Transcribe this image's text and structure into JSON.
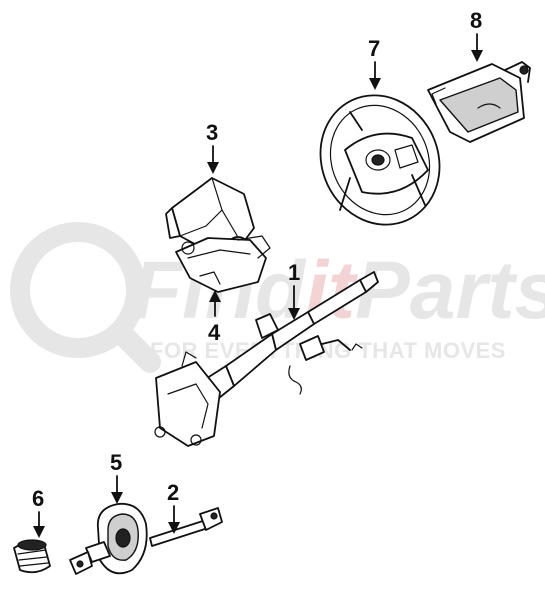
{
  "watermark": {
    "brand_part1": "Find",
    "brand_part2": "it",
    "brand_part3": "Parts",
    "tagline": "FOR EVERYTHING THAT MOVES"
  },
  "callouts": [
    {
      "id": "1",
      "part": "steering-column"
    },
    {
      "id": "2",
      "part": "intermediate-shaft"
    },
    {
      "id": "3",
      "part": "upper-column-cover"
    },
    {
      "id": "4",
      "part": "lower-column-cover"
    },
    {
      "id": "5",
      "part": "column-hole-cover"
    },
    {
      "id": "6",
      "part": "boot"
    },
    {
      "id": "7",
      "part": "steering-wheel"
    },
    {
      "id": "8",
      "part": "airbag-module"
    }
  ]
}
